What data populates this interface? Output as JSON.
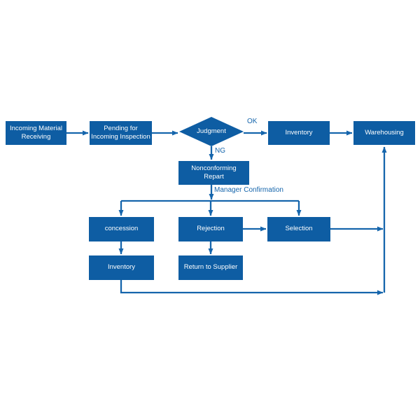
{
  "diagram": {
    "type": "flowchart",
    "colors": {
      "node_fill": "#0E5DA3",
      "connector": "#1565AC",
      "node_text": "#FFFFFF",
      "edge_label_text": "#1565AC",
      "background": "#FFFFFF"
    },
    "nodes": {
      "incoming": {
        "line1": "Incoming Material",
        "line2": "Receiving",
        "shape": "process"
      },
      "pending": {
        "line1": "Pending for",
        "line2": "Incoming Inspection",
        "shape": "process"
      },
      "judgment": {
        "label": "Judgment",
        "shape": "decision"
      },
      "inventory_top": {
        "label": "Inventory",
        "shape": "process"
      },
      "warehousing": {
        "label": "Warehousing",
        "shape": "process"
      },
      "nonconforming": {
        "line1": "Nonconforming",
        "line2": "Repart",
        "shape": "process"
      },
      "concession": {
        "label": "concession",
        "shape": "process"
      },
      "rejection": {
        "label": "Rejection",
        "shape": "process"
      },
      "selection": {
        "label": "Selection",
        "shape": "process"
      },
      "inventory_bottom": {
        "label": "Inventory",
        "shape": "process"
      },
      "return_supplier": {
        "label": "Return to Supplier",
        "shape": "process"
      }
    },
    "edge_labels": {
      "ok": "OK",
      "ng": "NG",
      "manager": "Manager Confirmation"
    },
    "edges": [
      {
        "from": "incoming",
        "to": "pending"
      },
      {
        "from": "pending",
        "to": "judgment"
      },
      {
        "from": "judgment",
        "to": "inventory_top",
        "label": "OK"
      },
      {
        "from": "inventory_top",
        "to": "warehousing"
      },
      {
        "from": "judgment",
        "to": "nonconforming",
        "label": "NG"
      },
      {
        "from": "nonconforming",
        "to": "branch_junction",
        "label": "Manager Confirmation"
      },
      {
        "from": "branch_junction",
        "to": "concession"
      },
      {
        "from": "branch_junction",
        "to": "rejection"
      },
      {
        "from": "branch_junction",
        "to": "selection"
      },
      {
        "from": "concession",
        "to": "inventory_bottom"
      },
      {
        "from": "rejection",
        "to": "return_supplier"
      },
      {
        "from": "rejection",
        "to": "selection"
      },
      {
        "from": "selection",
        "to": "warehousing"
      },
      {
        "from": "inventory_bottom",
        "to": "warehousing"
      }
    ]
  }
}
